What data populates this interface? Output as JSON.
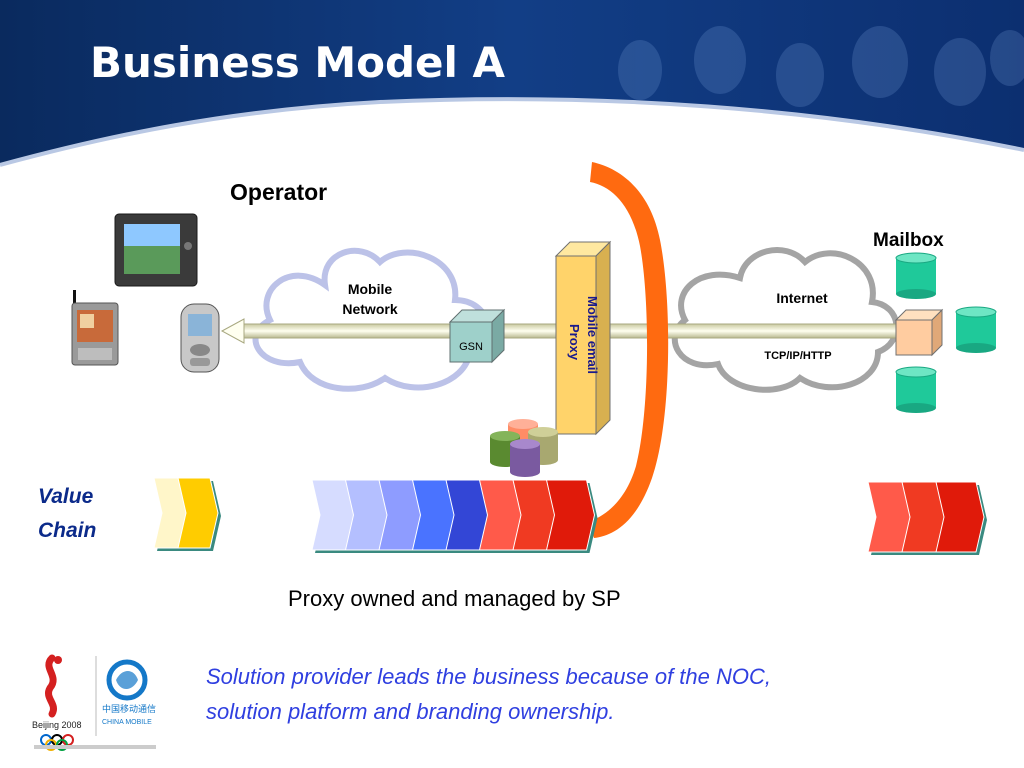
{
  "slide": {
    "title": "Business Model A",
    "operator_label": "Operator",
    "mailbox_label": "Mailbox",
    "mobile_network_line1": "Mobile",
    "mobile_network_line2": "Network",
    "internet_label": "Internet",
    "protocol_label": "TCP/IP/HTTP",
    "gsn_label": "GSN",
    "proxy_line1": "Mobile email",
    "proxy_line2": "Proxy",
    "value_chain_line1": "Value",
    "value_chain_line2": "Chain",
    "caption": "Proxy owned and managed by SP",
    "note_line1": "Solution provider leads the business because of the NOC,",
    "note_line2": "solution platform and branding ownership."
  },
  "colors": {
    "title": "#ffffff",
    "header_dark": "#0d2f6b",
    "operator_arc": "#ff6a10",
    "proxy_fill": "#ffd36a",
    "proxy_text": "#1a1a8c",
    "mailbox_db": "#1fc99a",
    "value_chain_text": "#0b2a8a",
    "note_text": "#2f3fe0"
  },
  "value_chain": {
    "group_left": [
      "#fff6c9",
      "#ffcc00"
    ],
    "group_middle": [
      "#d6dcff",
      "#b4bfff",
      "#8e9cff",
      "#4a73ff",
      "#3346d6",
      "#ff5a4a",
      "#f03a22",
      "#e01a0a"
    ],
    "group_right": [
      "#ff5a4a",
      "#f03a22",
      "#e01a0a"
    ]
  },
  "logos": {
    "olympic_text": "Beijing 2008",
    "china_mobile_cn": "中国移动通信",
    "china_mobile_en": "CHINA MOBILE"
  }
}
